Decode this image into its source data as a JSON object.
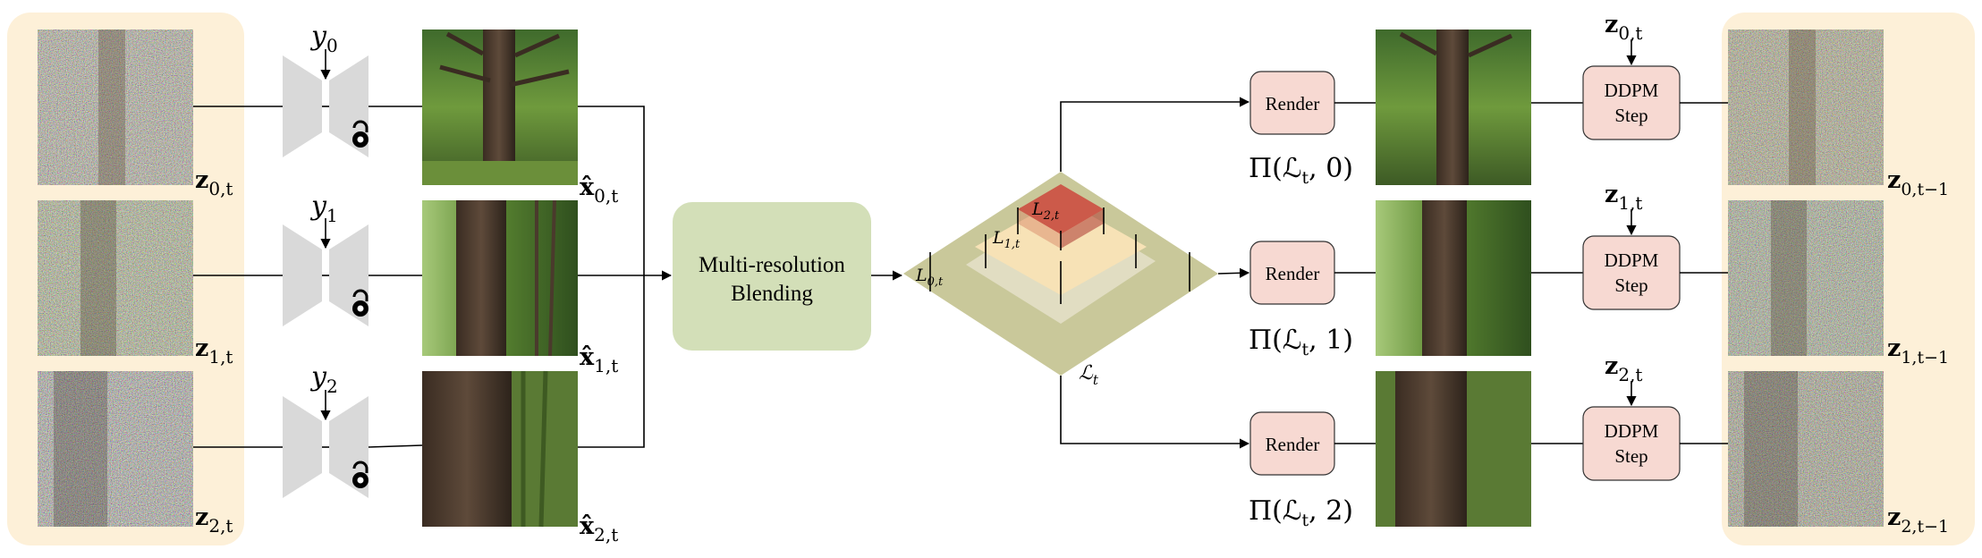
{
  "inputs": {
    "latents": [
      {
        "label": "z",
        "sub": "0,t"
      },
      {
        "label": "z",
        "sub": "1,t"
      },
      {
        "label": "z",
        "sub": "2,t"
      }
    ],
    "prompts": [
      {
        "label": "y",
        "sub": "0"
      },
      {
        "label": "y",
        "sub": "1"
      },
      {
        "label": "y",
        "sub": "2"
      }
    ],
    "predictions": [
      {
        "label": "x̂",
        "sub": "0,t"
      },
      {
        "label": "x̂",
        "sub": "1,t"
      },
      {
        "label": "x̂",
        "sub": "2,t"
      }
    ]
  },
  "blend": {
    "line1": "Multi-resolution",
    "line2": "Blending"
  },
  "pyramid": {
    "levels": [
      {
        "label": "L",
        "sub": "0,t"
      },
      {
        "label": "L",
        "sub": "1,t"
      },
      {
        "label": "L",
        "sub": "2,t"
      }
    ],
    "stack_label": "ℒ",
    "stack_sub": "t"
  },
  "render": {
    "button_label": "Render",
    "projections": [
      {
        "text": "Π(ℒ",
        "sub": "t",
        "tail": ", 0)"
      },
      {
        "text": "Π(ℒ",
        "sub": "t",
        "tail": ", 1)"
      },
      {
        "text": "Π(ℒ",
        "sub": "t",
        "tail": ", 2)"
      }
    ]
  },
  "ddpm": {
    "line1": "DDPM",
    "line2": "Step",
    "inputs": [
      {
        "label": "z",
        "sub": "0,t"
      },
      {
        "label": "z",
        "sub": "1,t"
      },
      {
        "label": "z",
        "sub": "2,t"
      }
    ],
    "outputs": [
      {
        "label": "z",
        "sub": "0,t−1"
      },
      {
        "label": "z",
        "sub": "1,t−1"
      },
      {
        "label": "z",
        "sub": "2,t−1"
      }
    ]
  },
  "colors": {
    "panel": "#fdf0d8",
    "blend_box": "#d3dfb8",
    "pyramid_base": "#c9c89a",
    "pyramid_mid": "#f7e2b6",
    "pyramid_top": "#cc5a4a",
    "render_box": "#f7d9d2",
    "encoder": "#d9d9d9"
  }
}
